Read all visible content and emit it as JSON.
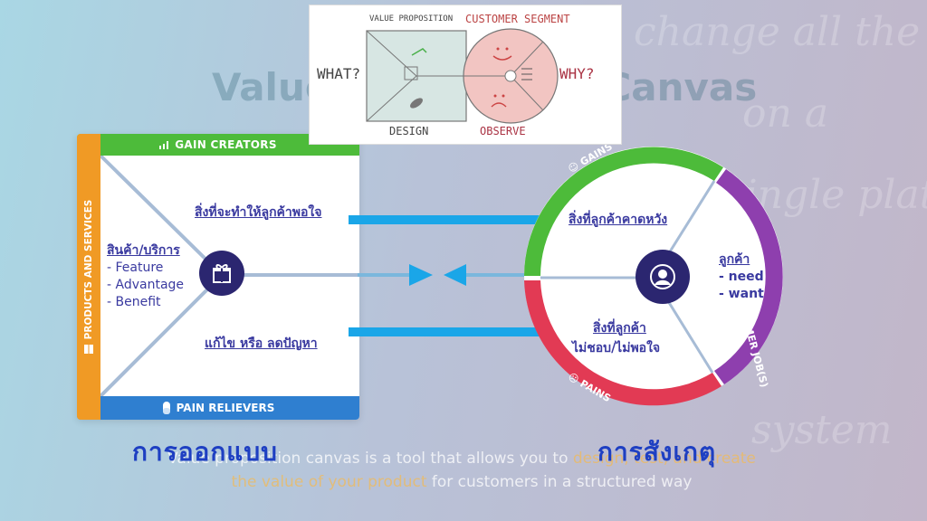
{
  "background": {
    "title": "Value Proposition Canvas",
    "caption_plain_1": "Value proposition canvas is a tool that allows you to ",
    "caption_highlight_1": "design, test, and create",
    "caption_plain_2": " ",
    "caption_highlight_2": "the value of your product",
    "caption_plain_3": " for customers in a structured way"
  },
  "value_proposition": {
    "gain_creators": "GAIN CREATORS",
    "pain_relievers": "PAIN RELIEVERS",
    "products_services": "PRODUCTS AND SERVICES",
    "gain_text": "สิ่งที่จะทำให้ลูกค้าพอใจ",
    "pain_text": "แก้ไข หรือ ลดปัญหา",
    "product_head": "สินค้า/บริการ",
    "product_items": [
      "- Feature",
      "- Advantage",
      "- Benefit"
    ]
  },
  "customer_profile": {
    "gains": "GAINS",
    "pains": "PAINS",
    "jobs": "CUSTOMER JOB(S)",
    "gains_text": "สิ่งที่ลูกค้าคาดหวัง",
    "pains_head": "สิ่งที่ลูกค้า",
    "pains_sub": "ไม่ชอบ/ไม่พอใจ",
    "customer_head": "ลูกค้า",
    "customer_items": [
      "- need",
      "- want"
    ]
  },
  "labels": {
    "design": "การออกแบบ",
    "observe": "การสังเกตุ"
  },
  "inset": {
    "value_proposition": "VALUE PROPOSITION",
    "customer_segment": "CUSTOMER SEGMENT",
    "what": "WHAT?",
    "why": "WHY?",
    "design": "DESIGN",
    "observe": "OBSERVE"
  },
  "colors": {
    "gain": "#4dbb3a",
    "pain_relievers": "#2f7fd0",
    "products": "#f09a25",
    "pains": "#e23a54",
    "jobs": "#8e3fae",
    "icon": "#2b2670",
    "arrow": "#1aa6e8"
  }
}
